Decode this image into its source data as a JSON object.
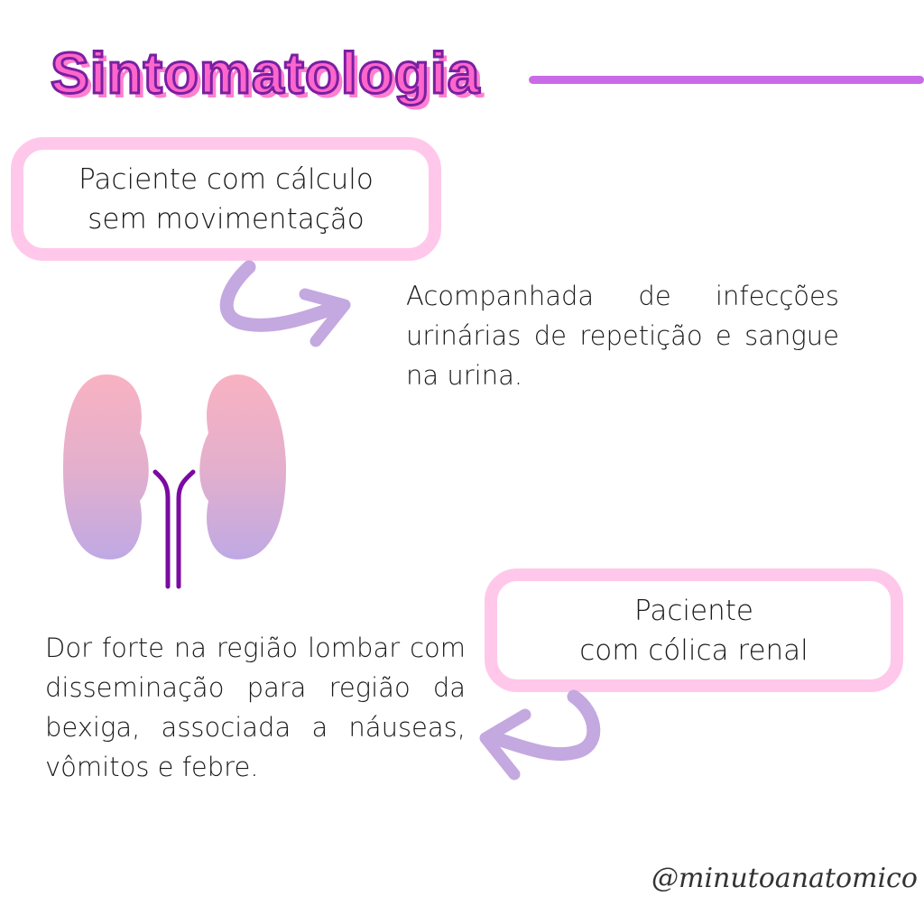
{
  "title": "Sintomatologia",
  "box_top": {
    "line1": "Paciente com cálculo",
    "line2": "sem movimentação"
  },
  "text_top": "Acompanhada de infecções urinárias de repetição e sangue na urina.",
  "box_bottom": {
    "line1": "Paciente",
    "line2": "com cólica renal"
  },
  "text_bottom": "Dor forte na região lombar com disseminação para região da bexiga, associada a náuseas, vômitos e febre.",
  "handle": "@minutoanatomico",
  "colors": {
    "accent": "#c96be6",
    "box_border": "#ffc8ea",
    "arrow": "#c4a8e0",
    "ureter": "#7b0aa0"
  }
}
